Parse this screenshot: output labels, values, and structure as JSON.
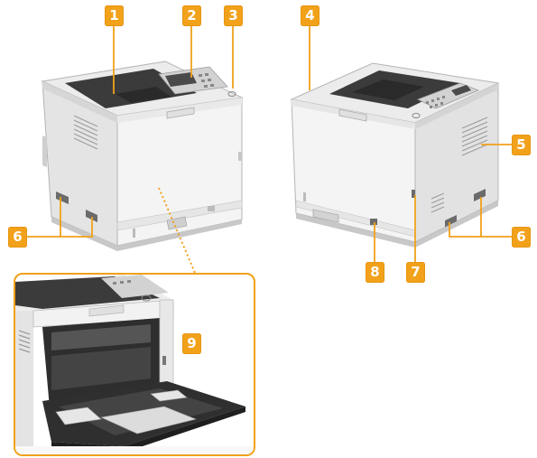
{
  "callouts": {
    "c1": "1",
    "c2": "2",
    "c3": "3",
    "c4": "4",
    "c5": "5",
    "c6_left": "6",
    "c6_right": "6",
    "c7": "7",
    "c8": "8",
    "c9": "9"
  },
  "colors": {
    "callout": "#f2a11a",
    "printer_body": "#f3f3f3",
    "printer_top": "#3a3a3a",
    "printer_shadow": "#d8d8d8"
  }
}
